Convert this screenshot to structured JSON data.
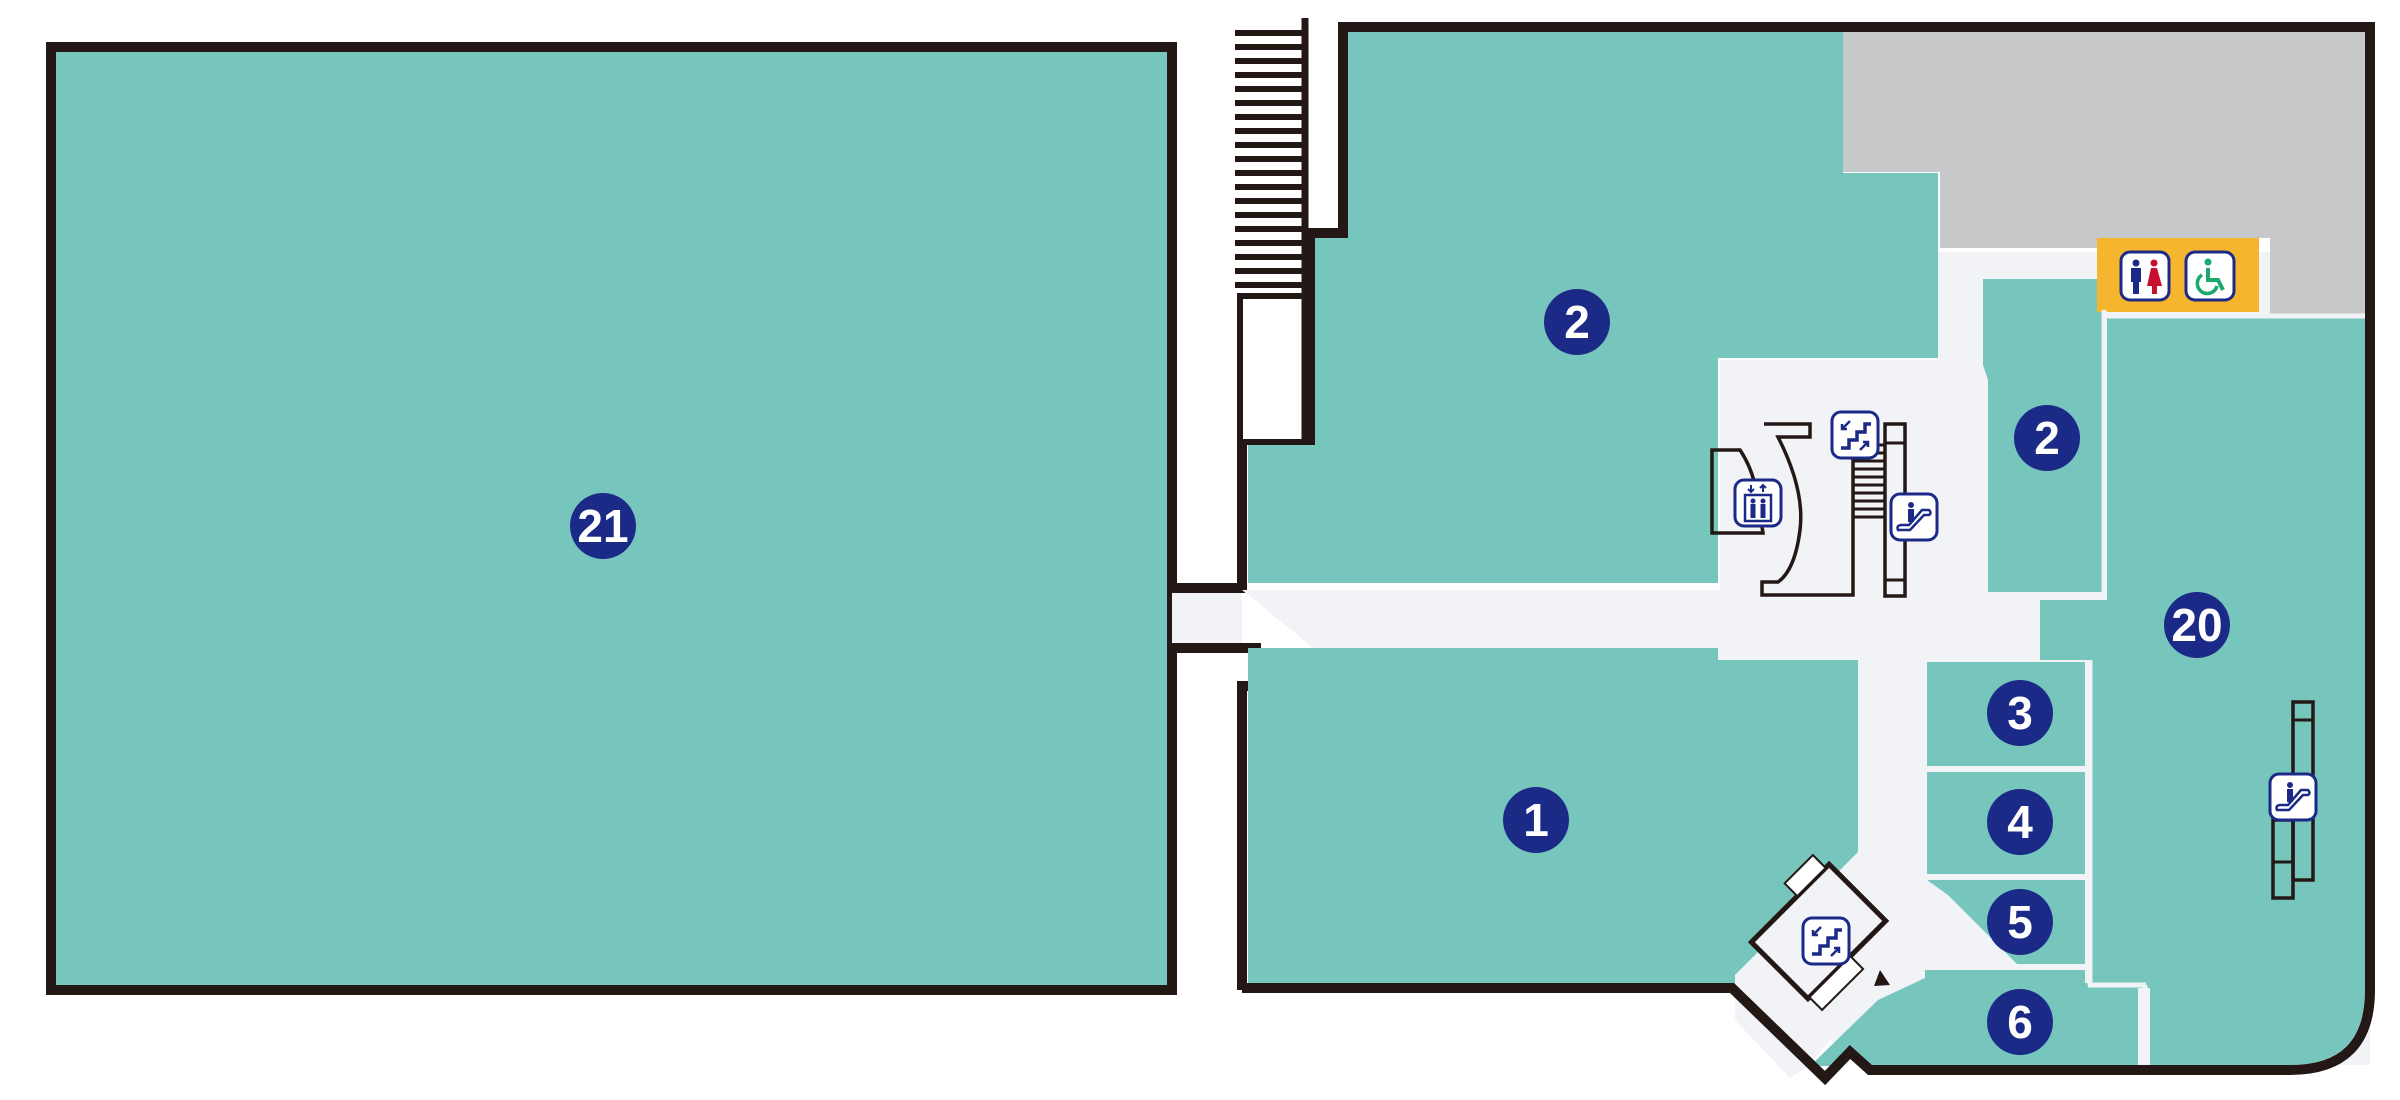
{
  "map": {
    "type": "floor-plan",
    "colors": {
      "room_fill": "#76c6bd",
      "corridor_fill": "#f1f3f7",
      "restricted_fill": "#c6c8ca",
      "restroom_area_fill": "#f6b52e",
      "wall": "#231815",
      "marker_fill": "#1c2a87",
      "marker_text": "#ffffff",
      "icon_male": "#1c2a87",
      "icon_female": "#c8102e",
      "icon_accessible": "#1aa86b"
    },
    "rooms": [
      {
        "id": "21",
        "label": "21"
      },
      {
        "id": "2a",
        "label": "2"
      },
      {
        "id": "2b",
        "label": "2"
      },
      {
        "id": "20",
        "label": "20"
      },
      {
        "id": "1",
        "label": "1"
      },
      {
        "id": "3",
        "label": "3"
      },
      {
        "id": "4",
        "label": "4"
      },
      {
        "id": "5",
        "label": "5"
      },
      {
        "id": "6",
        "label": "6"
      }
    ],
    "facilities": [
      {
        "type": "elevator",
        "icon": "elevator-icon"
      },
      {
        "type": "stairs",
        "icon": "stairs-icon"
      },
      {
        "type": "escalator",
        "icon": "escalator-icon"
      },
      {
        "type": "restroom",
        "icon": "restroom-icon"
      },
      {
        "type": "accessible-restroom",
        "icon": "wheelchair-icon"
      },
      {
        "type": "escalator",
        "icon": "escalator-icon"
      },
      {
        "type": "stairs",
        "icon": "stairs-icon"
      }
    ]
  }
}
